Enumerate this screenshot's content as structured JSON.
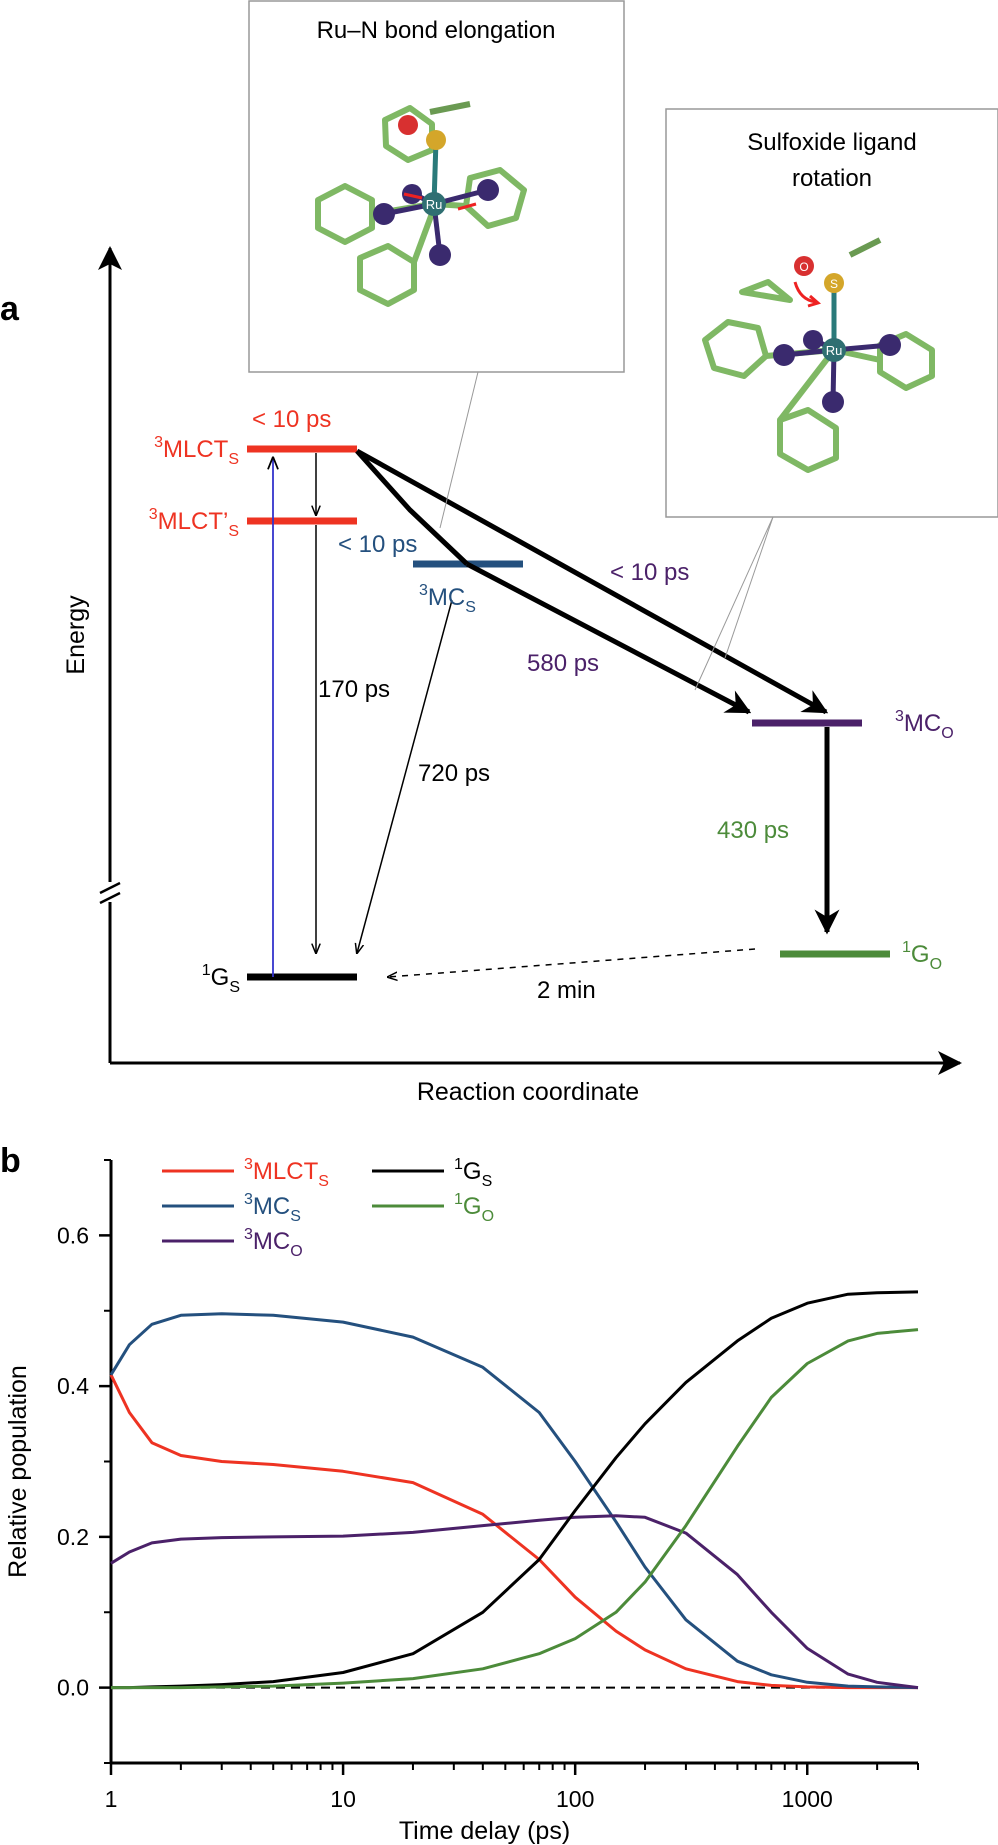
{
  "panel_a": {
    "letter": "a",
    "y_axis_label": "Energy",
    "x_axis_label": "Reaction coordinate",
    "inset_left": {
      "title": "Ru–N bond elongation",
      "center_atom": "Ru"
    },
    "inset_right": {
      "title_line1": "Sulfoxide ligand",
      "title_line2": "rotation",
      "center_atom": "Ru",
      "sulfur_atom": "S",
      "oxygen_atom": "O"
    },
    "states": {
      "mlct_s": {
        "sup": "3",
        "base": "MLCT",
        "sub": "S"
      },
      "mlct_prime_s": {
        "sup": "3",
        "base": "MLCT’",
        "sub": "S"
      },
      "mc_s": {
        "sup": "3",
        "base": "MC",
        "sub": "S"
      },
      "mc_o": {
        "sup": "3",
        "base": "MC",
        "sub": "O"
      },
      "g_s": {
        "sup": "1",
        "base": "G",
        "sub": "S"
      },
      "g_o": {
        "sup": "1",
        "base": "G",
        "sub": "O"
      }
    },
    "rates": {
      "mlct_to_prime": "< 10 ps",
      "mlct_to_mc_s": "< 10 ps",
      "mlct_to_mc_o": "< 10 ps",
      "prime_to_gs": "170 ps",
      "mc_s_to_gs": "720 ps",
      "mc_s_to_mc_o": "580 ps",
      "mc_o_to_g_o": "430 ps",
      "g_o_to_gs": "2 min"
    },
    "colors": {
      "mlct": "#ee3322",
      "mc_s": "#24507e",
      "mc_o": "#4b2169",
      "g_o": "#4c8b3a",
      "ground": "#000000",
      "excitation": "#3333cc",
      "molecule_frame": "#7fb864"
    }
  },
  "panel_b": {
    "letter": "b",
    "chart_data": {
      "type": "line",
      "xlabel": "Time delay (ps)",
      "ylabel": "Relative population",
      "x_scale": "log",
      "xlim": [
        1,
        3000
      ],
      "ylim": [
        -0.1,
        0.7
      ],
      "x_ticks": [
        1,
        10,
        100,
        1000
      ],
      "x_tick_labels": [
        "1",
        "10",
        "100",
        "1000"
      ],
      "y_ticks": [
        0.0,
        0.2,
        0.4,
        0.6
      ],
      "y_tick_labels": [
        "0.0",
        "0.2",
        "0.4",
        "0.6"
      ],
      "legend_position": "top-left",
      "baseline": {
        "y": 0,
        "style": "dashed"
      },
      "x": [
        1,
        1.2,
        1.5,
        2,
        3,
        5,
        10,
        20,
        40,
        70,
        100,
        150,
        200,
        300,
        500,
        700,
        1000,
        1500,
        2000,
        3000
      ],
      "series": [
        {
          "id": "mlct_s",
          "legend": {
            "sup": "3",
            "base": "MLCT",
            "sub": "S"
          },
          "color": "#ee3322",
          "values": [
            0.415,
            0.365,
            0.325,
            0.308,
            0.3,
            0.296,
            0.287,
            0.272,
            0.23,
            0.17,
            0.12,
            0.075,
            0.05,
            0.025,
            0.008,
            0.003,
            0.001,
            0.0,
            0.0,
            0.0
          ]
        },
        {
          "id": "mc_s",
          "legend": {
            "sup": "3",
            "base": "MC",
            "sub": "S"
          },
          "color": "#24507e",
          "values": [
            0.415,
            0.455,
            0.482,
            0.494,
            0.496,
            0.494,
            0.485,
            0.465,
            0.425,
            0.365,
            0.3,
            0.22,
            0.16,
            0.09,
            0.035,
            0.017,
            0.007,
            0.002,
            0.001,
            0.0
          ]
        },
        {
          "id": "mc_o",
          "legend": {
            "sup": "3",
            "base": "MC",
            "sub": "O"
          },
          "color": "#4b2169",
          "values": [
            0.165,
            0.18,
            0.192,
            0.197,
            0.199,
            0.2,
            0.201,
            0.206,
            0.215,
            0.222,
            0.226,
            0.228,
            0.226,
            0.205,
            0.15,
            0.1,
            0.052,
            0.018,
            0.007,
            0.0
          ]
        },
        {
          "id": "g_s",
          "legend": {
            "sup": "1",
            "base": "G",
            "sub": "S"
          },
          "color": "#000000",
          "values": [
            0.0,
            0.0,
            0.001,
            0.002,
            0.004,
            0.008,
            0.02,
            0.045,
            0.1,
            0.17,
            0.235,
            0.305,
            0.35,
            0.405,
            0.46,
            0.49,
            0.51,
            0.522,
            0.524,
            0.525
          ]
        },
        {
          "id": "g_o",
          "legend": {
            "sup": "1",
            "base": "G",
            "sub": "O"
          },
          "color": "#4c8b3a",
          "values": [
            0.0,
            0.0,
            0.0,
            0.0,
            0.001,
            0.002,
            0.006,
            0.012,
            0.025,
            0.045,
            0.065,
            0.1,
            0.14,
            0.215,
            0.32,
            0.385,
            0.43,
            0.46,
            0.47,
            0.475
          ]
        }
      ]
    }
  }
}
